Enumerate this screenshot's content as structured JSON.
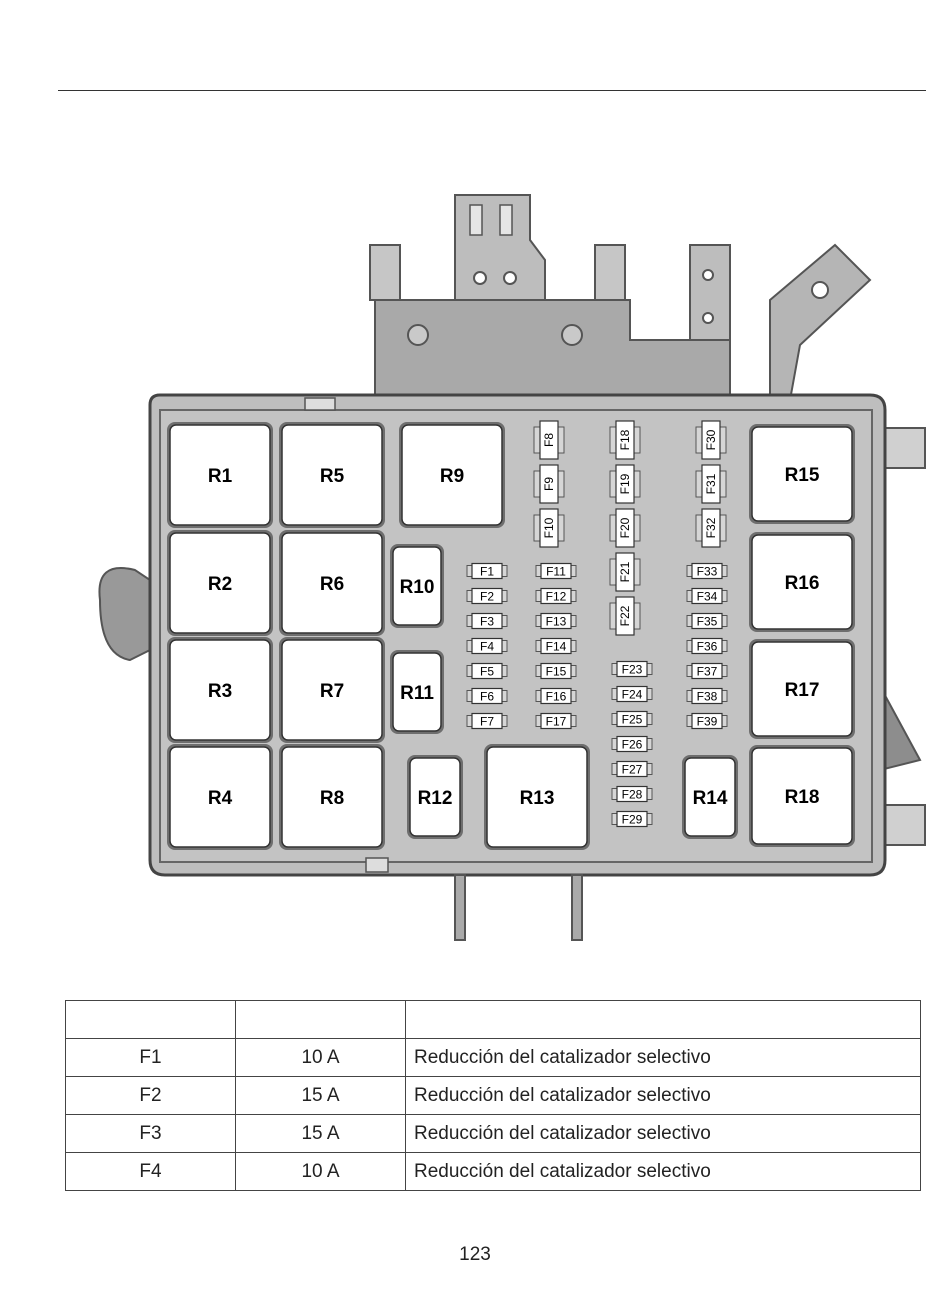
{
  "diagram": {
    "relays": [
      "R1",
      "R2",
      "R3",
      "R4",
      "R5",
      "R6",
      "R7",
      "R8",
      "R9",
      "R10",
      "R11",
      "R12",
      "R13",
      "R14",
      "R15",
      "R16",
      "R17",
      "R18"
    ],
    "fuses": [
      "F1",
      "F2",
      "F3",
      "F4",
      "F5",
      "F6",
      "F7",
      "F8",
      "F9",
      "F10",
      "F11",
      "F12",
      "F13",
      "F14",
      "F15",
      "F16",
      "F17",
      "F18",
      "F19",
      "F20",
      "F21",
      "F22",
      "F23",
      "F24",
      "F25",
      "F26",
      "F27",
      "F28",
      "F29",
      "F30",
      "F31",
      "F32",
      "F33",
      "F34",
      "F35",
      "F36",
      "F37",
      "F38",
      "F39"
    ]
  },
  "table": {
    "header": [
      "",
      "",
      ""
    ],
    "rows": [
      {
        "fuse": "F1",
        "rating": "10 A",
        "circuit": "Reducción del catalizador selectivo"
      },
      {
        "fuse": "F2",
        "rating": "15 A",
        "circuit": "Reducción del catalizador selectivo"
      },
      {
        "fuse": "F3",
        "rating": "15 A",
        "circuit": "Reducción del catalizador selectivo"
      },
      {
        "fuse": "F4",
        "rating": "10 A",
        "circuit": "Reducción del catalizador selectivo"
      }
    ]
  },
  "page_number": "123"
}
